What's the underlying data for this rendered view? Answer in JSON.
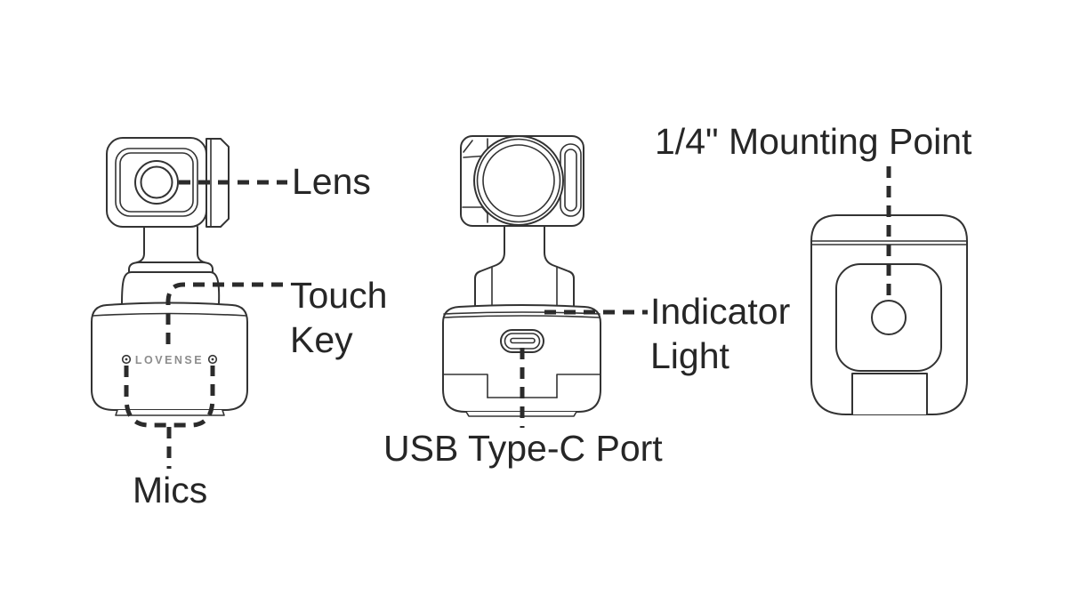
{
  "diagram": {
    "device": {
      "brand_logo": "LOVENSE"
    },
    "callouts": {
      "lens": "Lens",
      "touch_key": "Touch\nKey",
      "mics": "Mics",
      "usb_port": "USB Type-C Port",
      "indicator_light": "Indicator\nLight",
      "mounting_point": "1/4\" Mounting Point"
    },
    "views": [
      {
        "name": "front-view"
      },
      {
        "name": "side-view"
      },
      {
        "name": "bottom-view"
      }
    ],
    "colors": {
      "background": "#ffffff",
      "line_art": "#333333",
      "callout_line": "#2b2b2b",
      "label_text": "#262626",
      "logo_text": "#8d8d8d"
    }
  }
}
